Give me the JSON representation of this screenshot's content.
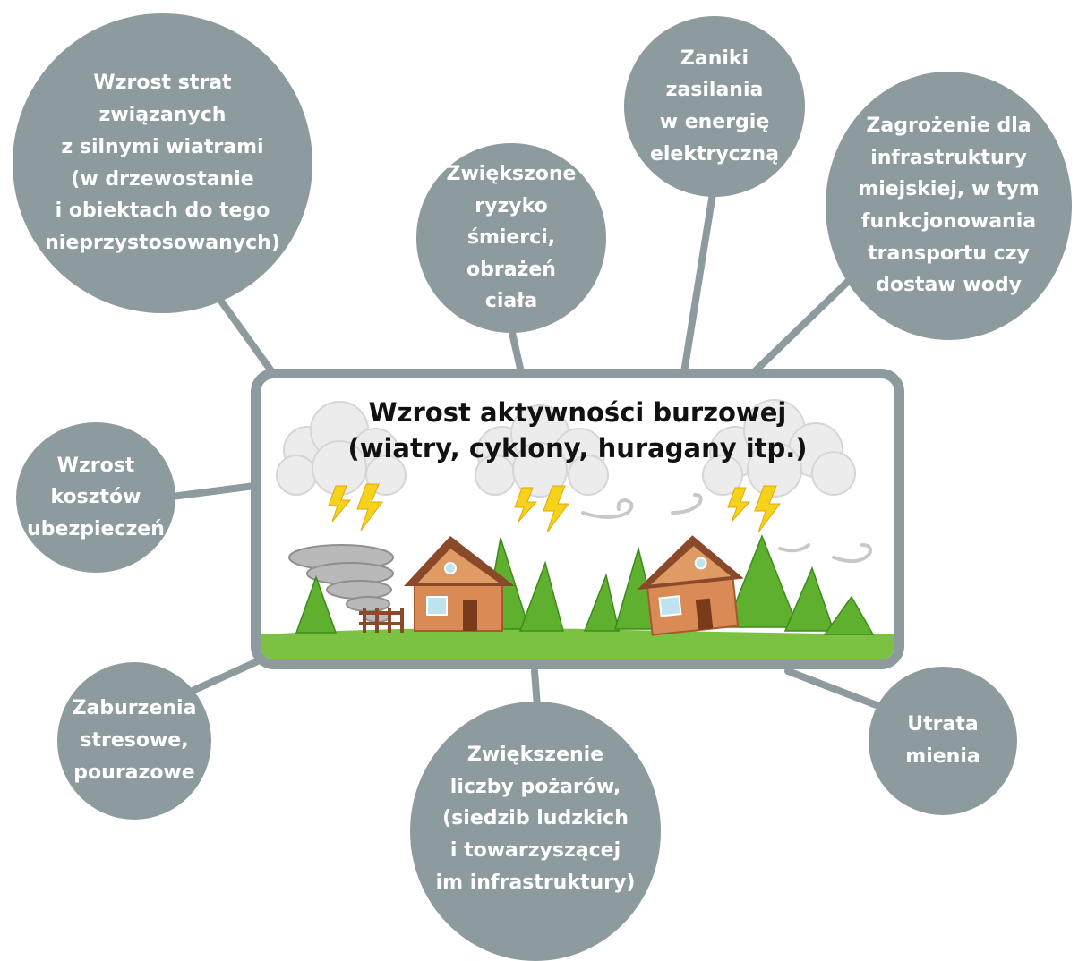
{
  "center": {
    "title": "Wzrost aktywności burzowej\n(wiatry, cyklony, huragany itp.)",
    "illustration": "storm-scene-houses-trees-tornado"
  },
  "effects": {
    "wind_losses": "Wzrost strat\nzwiązanych\nz silnymi wiatrami\n(w drzewostanie\ni obiektach do tego\nnieprzystosowanych)",
    "death_risk": "Zwiększone\nryzyko\nśmierci,\nobrażeń\nciała",
    "power_outages": "Zaniki\nzasilania\nw energię\nelektryczną",
    "infrastructure": "Zagrożenie dla\ninfrastruktury\nmiejskiej, w tym\nfunkcjonowania\ntransportu czy\ndostaw wody",
    "insurance": "Wzrost\nkosztów\nubezpieczeń",
    "stress": "Zaburzenia\nstresowe,\npourazowe",
    "fires": "Zwiększenie\nliczby pożarów,\n(siedzib ludzkich\ni towarzyszącej\nim infrastruktury)",
    "property_loss": "Utrata\nmienia"
  },
  "colors": {
    "bubble": "#8d9b9e",
    "text_on_bubble": "#ffffff",
    "grass": "#7cc242",
    "tree": "#5fb02e",
    "house_wall": "#d98a55",
    "roof": "#8a4a2a",
    "lightning": "#f7d21c",
    "cloud": "#eeeeee"
  }
}
